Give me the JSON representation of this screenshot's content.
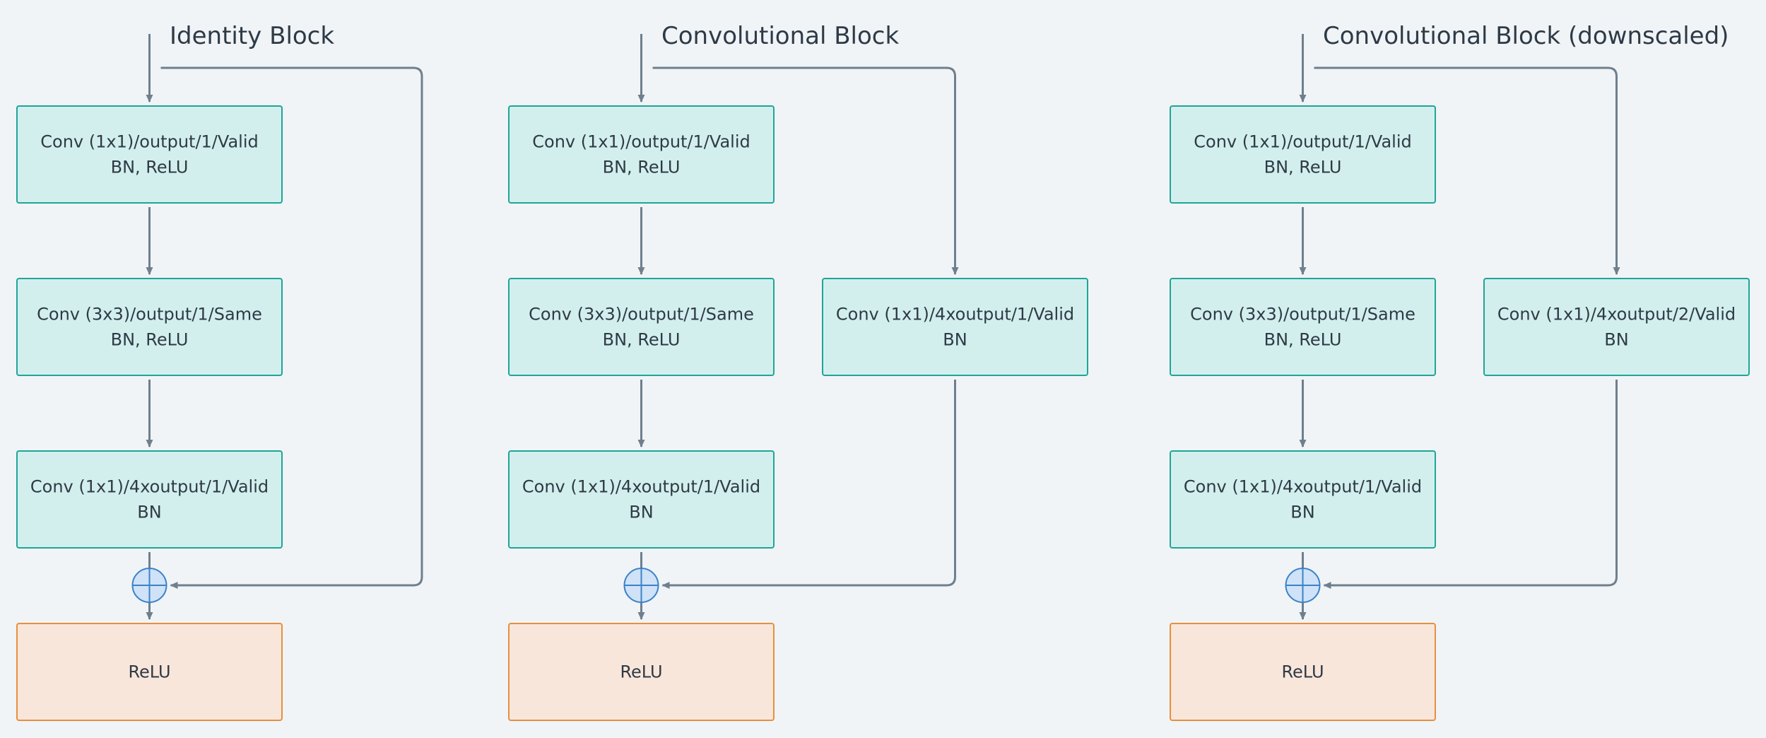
{
  "colors": {
    "background": "#f0f4f7",
    "conv_fill": "#d3efed",
    "conv_stroke": "#1fa598",
    "relu_fill": "#f9e6da",
    "relu_stroke": "#e5903f",
    "arrow": "#6f7f8d",
    "add_fill": "#cfe2f7",
    "add_stroke": "#3b82c9",
    "text": "#2e3a46"
  },
  "blocks": [
    {
      "title": "Identity Block",
      "main_path": [
        {
          "line1": "Conv (1x1)/output/1/Valid",
          "line2": "BN, ReLU"
        },
        {
          "line1": "Conv (3x3)/output/1/Same",
          "line2": "BN, ReLU"
        },
        {
          "line1": "Conv (1x1)/4xoutput/1/Valid",
          "line2": "BN"
        }
      ],
      "shortcut": null,
      "merge": "add-icon",
      "output": {
        "label": "ReLU"
      }
    },
    {
      "title": "Convolutional Block",
      "main_path": [
        {
          "line1": "Conv (1x1)/output/1/Valid",
          "line2": "BN, ReLU"
        },
        {
          "line1": "Conv (3x3)/output/1/Same",
          "line2": "BN, ReLU"
        },
        {
          "line1": "Conv (1x1)/4xoutput/1/Valid",
          "line2": "BN"
        }
      ],
      "shortcut": {
        "line1": "Conv (1x1)/4xoutput/1/Valid",
        "line2": "BN"
      },
      "merge": "add-icon",
      "output": {
        "label": "ReLU"
      }
    },
    {
      "title": "Convolutional Block (downscaled)",
      "main_path": [
        {
          "line1": "Conv (1x1)/output/1/Valid",
          "line2": "BN, ReLU"
        },
        {
          "line1": "Conv (3x3)/output/1/Same",
          "line2": "BN, ReLU"
        },
        {
          "line1": "Conv (1x1)/4xoutput/1/Valid",
          "line2": "BN"
        }
      ],
      "shortcut": {
        "line1": "Conv (1x1)/4xoutput/2/Valid",
        "line2": "BN"
      },
      "merge": "add-icon",
      "output": {
        "label": "ReLU"
      }
    }
  ]
}
